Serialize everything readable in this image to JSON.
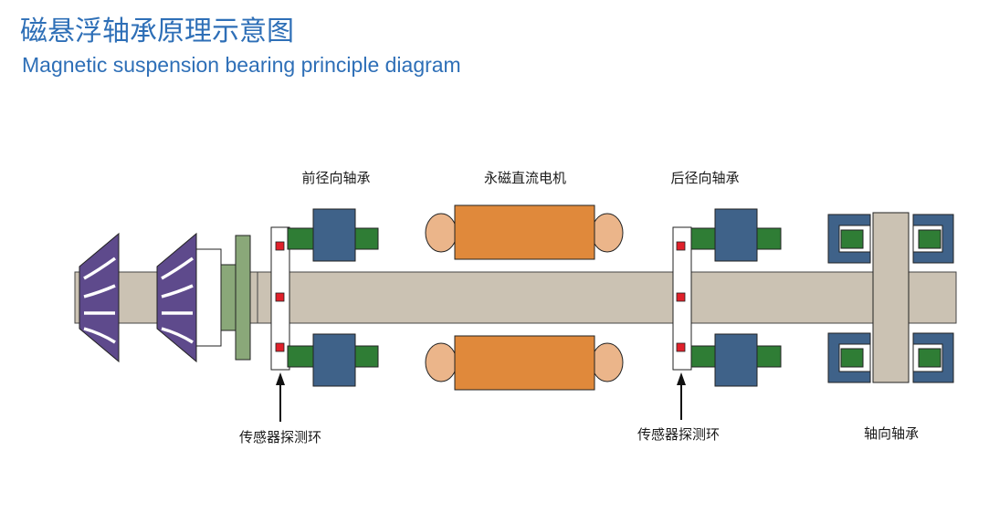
{
  "title": {
    "cn": "磁悬浮轴承原理示意图",
    "en": "Magnetic suspension bearing principle diagram"
  },
  "labels": {
    "front_radial_bearing": "前径向轴承",
    "pm_dc_motor": "永磁直流电机",
    "rear_radial_bearing": "后径向轴承",
    "sensor_ring_front": "传感器探测环",
    "sensor_ring_rear": "传感器探测环",
    "axial_bearing": "轴向轴承"
  },
  "colors": {
    "title": "#2e6fb7",
    "shaft": "#cbc2b3",
    "bearing_core": "#3f6289",
    "bearing_pole": "#2f7d35",
    "motor": "#e0893b",
    "motor_end": "#ebb58a",
    "impeller": "#5e4a8c",
    "sensor_dot": "#e0202a",
    "flange": "#8aa879"
  }
}
